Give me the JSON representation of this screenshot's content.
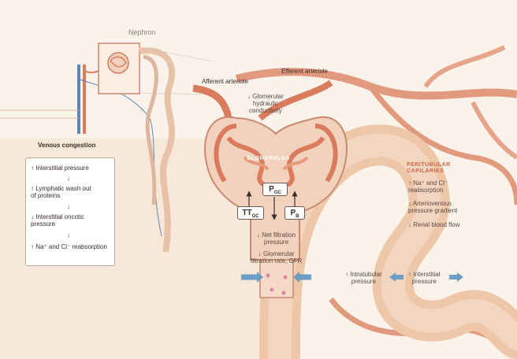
{
  "labels": {
    "nephron": "Nephron",
    "afferent": "Afferent arteriole",
    "efferent": "Efferent arteriole",
    "venous": "Venous congestion",
    "glom_conductivity": [
      "↓ Glomerular",
      "hydraulic",
      "conductivity"
    ],
    "glomerulus": "GLOMERULUS",
    "pgc": "P",
    "pgc_sub": "GC",
    "ttgc": "TT",
    "ttgc_sub": "GC",
    "pb": "P",
    "pb_sub": "B",
    "net_filtration": [
      "↓ Net filtration",
      "pressure"
    ],
    "gfr": [
      "↓ Glomerular",
      "filtration rate, GFR"
    ],
    "intratubular": [
      "↑ Intratubular",
      "pressure"
    ],
    "interstitial": [
      "↑ Interstitial",
      "pressure"
    ],
    "peri_title": [
      "PERITUBULAR",
      "CAPILARIES"
    ],
    "peri_items": [
      [
        "↑ Na⁺ and Cl⁻",
        "reabsorption"
      ],
      [
        "↓ Arteriovenous",
        "pressure gradient"
      ],
      [
        "↓ Renal blood flow"
      ]
    ]
  },
  "cascade": [
    [
      "↑ Interstitial pressure"
    ],
    [
      "↑ Lymphatic wash out",
      "of proteins"
    ],
    [
      "↓ Interstitial oncotic",
      "pressure"
    ],
    [
      "↑ Na⁺ and Cl⁻ reabsorption"
    ]
  ],
  "colors": {
    "artery": "#d97b5c",
    "vein": "#5b87b8",
    "tubule": "#eec6a8",
    "glomerulus": "#f3d2bd",
    "arrow_blue": "#6d9dc4"
  }
}
